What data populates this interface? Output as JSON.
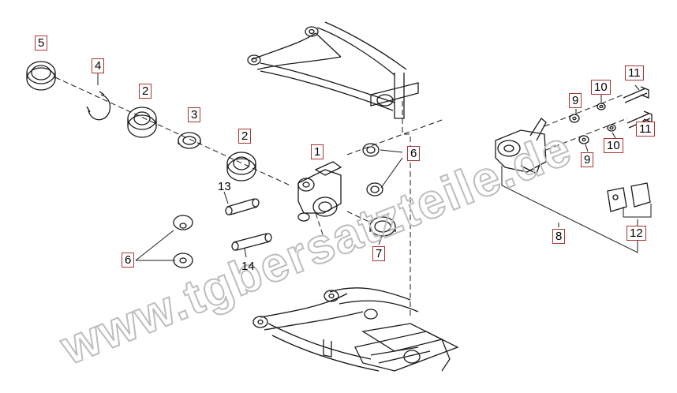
{
  "watermark": {
    "text": "www.tgbersatzteile.de",
    "color": "#c8c8c8"
  },
  "colors": {
    "line": "#1a1a1a",
    "box_border": "#aa3333"
  },
  "callouts": [
    {
      "id": "c5",
      "label": "5",
      "boxed": true
    },
    {
      "id": "c4",
      "label": "4",
      "boxed": true
    },
    {
      "id": "c2a",
      "label": "2",
      "boxed": true
    },
    {
      "id": "c3",
      "label": "3",
      "boxed": true
    },
    {
      "id": "c2b",
      "label": "2",
      "boxed": true
    },
    {
      "id": "c1",
      "label": "1",
      "boxed": true
    },
    {
      "id": "c6a",
      "label": "6",
      "boxed": true
    },
    {
      "id": "c13",
      "label": "13",
      "boxed": false
    },
    {
      "id": "c7",
      "label": "7",
      "boxed": true
    },
    {
      "id": "c6b",
      "label": "6",
      "boxed": true
    },
    {
      "id": "c14",
      "label": "14",
      "boxed": false
    },
    {
      "id": "c9a",
      "label": "9",
      "boxed": true
    },
    {
      "id": "c10a",
      "label": "10",
      "boxed": true
    },
    {
      "id": "c11a",
      "label": "11",
      "boxed": true
    },
    {
      "id": "c11b",
      "label": "11",
      "boxed": true
    },
    {
      "id": "c10b",
      "label": "10",
      "boxed": true
    },
    {
      "id": "c9b",
      "label": "9",
      "boxed": true
    },
    {
      "id": "c8",
      "label": "8",
      "boxed": true
    },
    {
      "id": "c12",
      "label": "12",
      "boxed": true
    }
  ]
}
